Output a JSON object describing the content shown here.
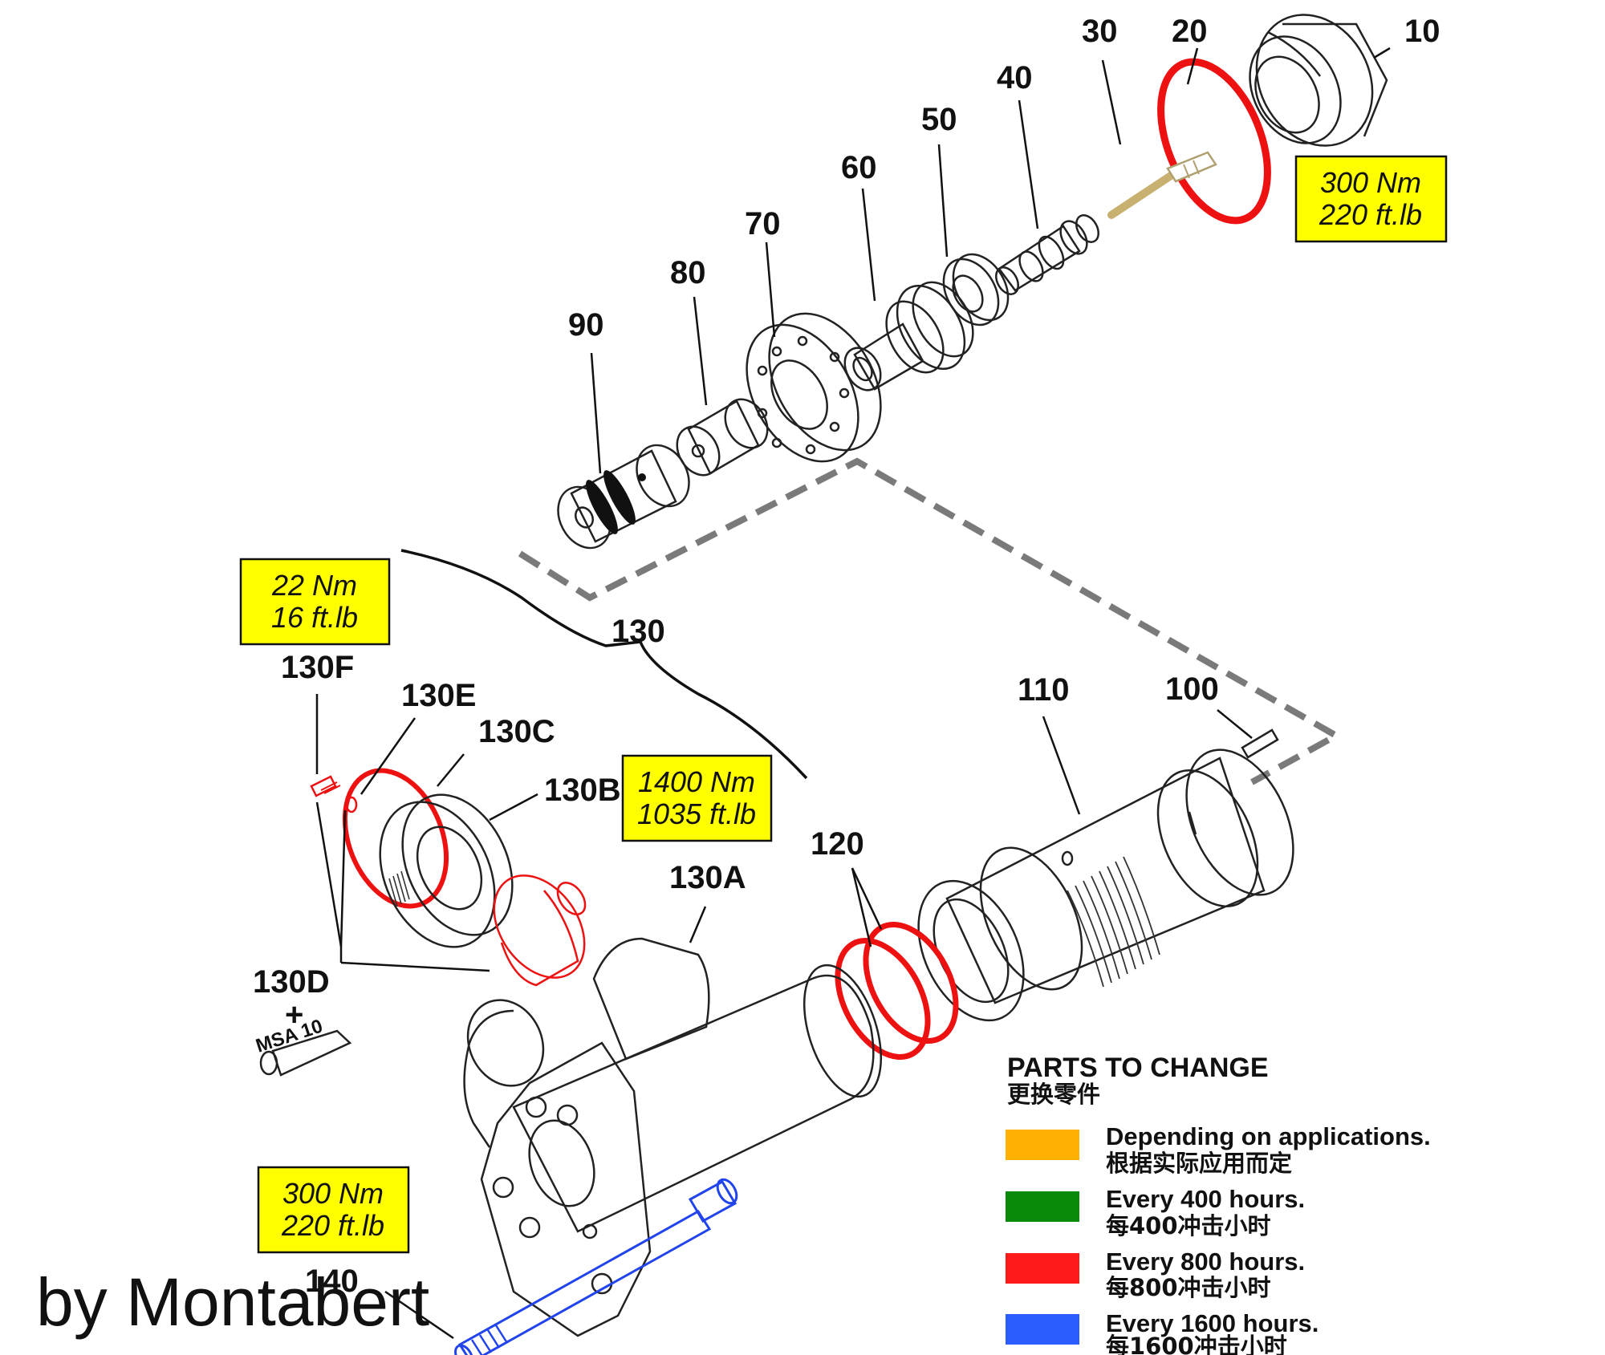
{
  "part_labels": {
    "p10": "10",
    "p20": "20",
    "p30": "30",
    "p40": "40",
    "p50": "50",
    "p60": "60",
    "p70": "70",
    "p80": "80",
    "p90": "90",
    "p100": "100",
    "p110": "110",
    "p120": "120",
    "p130": "130",
    "p130a": "130A",
    "p130b": "130B",
    "p130c": "130C",
    "p130d": "130D",
    "p130e": "130E",
    "p130f": "130F",
    "p140": "140",
    "plus": "+",
    "msa": "MSA 10"
  },
  "torque_boxes": {
    "top_right": {
      "nm": "300 Nm",
      "ftlb": "220 ft.lb"
    },
    "left": {
      "nm": "22 Nm",
      "ftlb": "16 ft.lb"
    },
    "center": {
      "nm": "1400 Nm",
      "ftlb": "1035 ft.lb"
    },
    "bottom": {
      "nm": "300 Nm",
      "ftlb": "220 ft.lb"
    }
  },
  "legend": {
    "title_en": "PARTS TO CHANGE",
    "title_zh": "更换零件",
    "items": [
      {
        "color": "#ffb000",
        "en": "Depending on applications.",
        "zh": "根据实际应用而定"
      },
      {
        "color": "#0a8a0a",
        "en": "Every 400 hours.",
        "zh": "每400冲击小时"
      },
      {
        "color": "#ff1a1a",
        "en": "Every 800 hours.",
        "zh": "每800冲击小时"
      },
      {
        "color": "#2a5cff",
        "en": "Every 1600 hours.",
        "zh": "每1600冲击小时"
      }
    ]
  },
  "signature": "by Montabert",
  "colors": {
    "box_fill": "#ffff00",
    "red_parts": "#ee1111",
    "blue_parts": "#2244ee",
    "dashed_frame": "#7a7a7a"
  }
}
